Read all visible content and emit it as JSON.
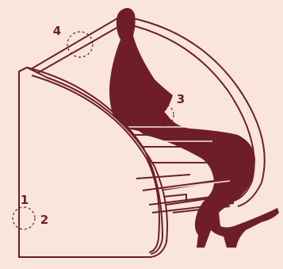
{
  "colors": {
    "background": "#f9e5dd",
    "ink": "#6f1e27",
    "silhouette": "#6f1e27"
  },
  "callouts": [
    {
      "label": "1"
    },
    {
      "label": "2"
    },
    {
      "label": "3"
    },
    {
      "label": "4"
    }
  ]
}
